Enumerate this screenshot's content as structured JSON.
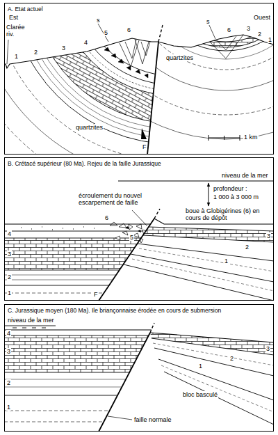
{
  "diagram": {
    "nodes": [
      {
        "text": [
          "A. Etat actuel"
        ]
      },
      {
        "text": [
          "B. Crétacé supérieur (80 Ma). Rejeu de la faille Jurassique"
        ]
      },
      {
        "text": [
          "C. Jurassique moyen (180 Ma). Ile briançonnaise érodée en cours de submersion"
        ]
      }
    ],
    "labels": [
      "Est",
      "Ouest",
      "Clarée riv.",
      "s",
      "5",
      "6",
      "4",
      "3",
      "2",
      "1",
      "quartzites",
      "s",
      "6",
      "3",
      "2",
      "1",
      "quartzites",
      "1 km",
      "F",
      "niveau de la mer",
      "profondeur :",
      "1 000 à 3 000 m",
      "écroulement du nouvel escarpement de faille",
      "boue à Globigérines (6) en cours de dépôt",
      "6",
      "4",
      "5",
      "3",
      "2",
      "1",
      "3",
      "2",
      "1",
      "F",
      "niveau de la mer",
      "4",
      "3",
      "2",
      "1",
      "3",
      "2",
      "1",
      "bloc basculé",
      "faille normale"
    ]
  }
}
